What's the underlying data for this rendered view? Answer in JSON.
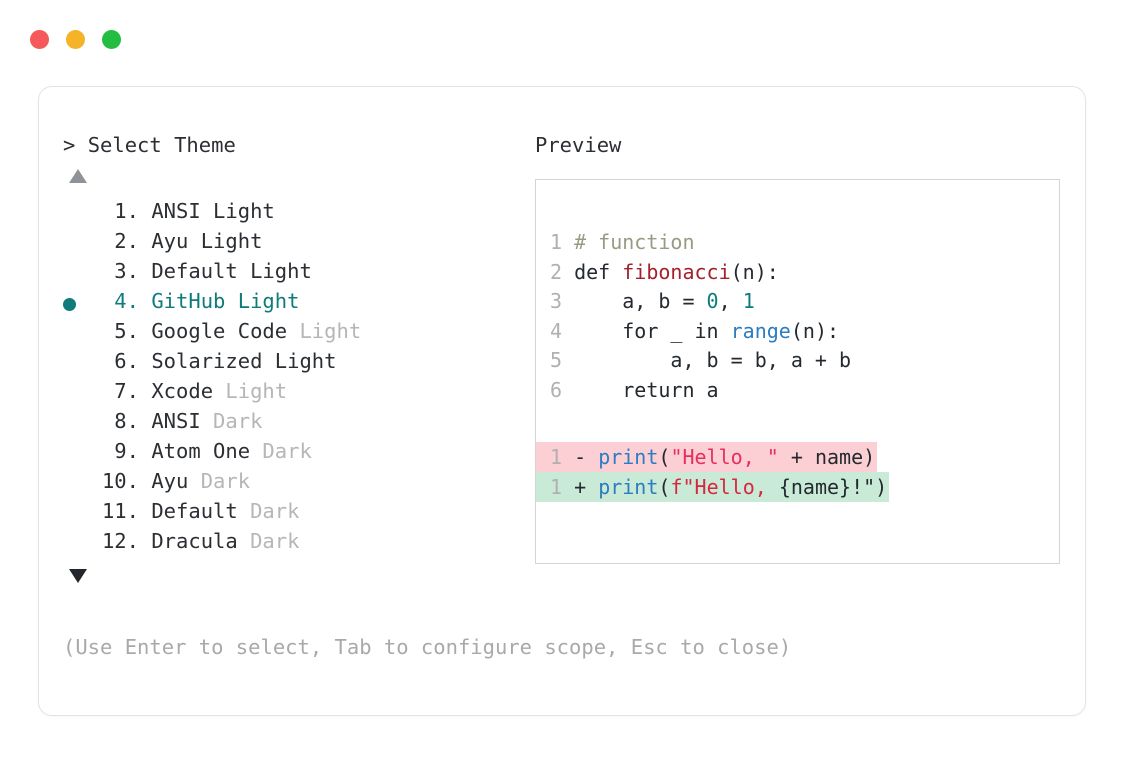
{
  "window": {
    "traffic_lights": [
      {
        "name": "close",
        "color": "#f4595b"
      },
      {
        "name": "minimize",
        "color": "#f5b427"
      },
      {
        "name": "zoom",
        "color": "#23bd41"
      }
    ]
  },
  "prompt": {
    "caret": ">",
    "title": "Select Theme"
  },
  "scroll": {
    "up_indicator": "▲",
    "down_indicator": "▼"
  },
  "themes": {
    "selected_index": 4,
    "items": [
      {
        "index": " 1.",
        "name": "ANSI",
        "variant": "Light",
        "variant_muted": false,
        "selected": false
      },
      {
        "index": " 2.",
        "name": "Ayu",
        "variant": "Light",
        "variant_muted": false,
        "selected": false
      },
      {
        "index": " 3.",
        "name": "Default",
        "variant": "Light",
        "variant_muted": false,
        "selected": false
      },
      {
        "index": " 4.",
        "name": "GitHub",
        "variant": "Light",
        "variant_muted": false,
        "selected": true
      },
      {
        "index": " 5.",
        "name": "Google Code",
        "variant": "Light",
        "variant_muted": true,
        "selected": false
      },
      {
        "index": " 6.",
        "name": "Solarized",
        "variant": "Light",
        "variant_muted": false,
        "selected": false
      },
      {
        "index": " 7.",
        "name": "Xcode",
        "variant": "Light",
        "variant_muted": true,
        "selected": false
      },
      {
        "index": " 8.",
        "name": "ANSI",
        "variant": "Dark",
        "variant_muted": true,
        "selected": false
      },
      {
        "index": " 9.",
        "name": "Atom One",
        "variant": "Dark",
        "variant_muted": true,
        "selected": false
      },
      {
        "index": "10.",
        "name": "Ayu",
        "variant": "Dark",
        "variant_muted": true,
        "selected": false
      },
      {
        "index": "11.",
        "name": "Default",
        "variant": "Dark",
        "variant_muted": true,
        "selected": false
      },
      {
        "index": "12.",
        "name": "Dracula",
        "variant": "Dark",
        "variant_muted": true,
        "selected": false
      }
    ]
  },
  "hint": {
    "text": "(Use Enter to select, Tab to configure scope, Esc to close)"
  },
  "preview": {
    "label": "Preview",
    "code_lines": [
      {
        "number": "1",
        "tokens": [
          {
            "text": "# function",
            "type": "comment"
          }
        ]
      },
      {
        "number": "2",
        "tokens": [
          {
            "text": "def ",
            "type": "kw"
          },
          {
            "text": "fibonacci",
            "type": "fn"
          },
          {
            "text": "(n):",
            "type": "plain"
          }
        ]
      },
      {
        "number": "3",
        "tokens": [
          {
            "text": "    a, b = ",
            "type": "plain"
          },
          {
            "text": "0",
            "type": "num"
          },
          {
            "text": ", ",
            "type": "plain"
          },
          {
            "text": "1",
            "type": "num"
          }
        ]
      },
      {
        "number": "4",
        "tokens": [
          {
            "text": "    for _ in ",
            "type": "plain"
          },
          {
            "text": "range",
            "type": "builtin"
          },
          {
            "text": "(n):",
            "type": "plain"
          }
        ]
      },
      {
        "number": "5",
        "tokens": [
          {
            "text": "        a, b = b, a + b",
            "type": "plain"
          }
        ]
      },
      {
        "number": "6",
        "tokens": [
          {
            "text": "    return a",
            "type": "plain"
          }
        ]
      }
    ],
    "diff_lines": [
      {
        "kind": "deletion",
        "number": "1",
        "marker": "-",
        "background": "#fbcfd3",
        "tokens": [
          {
            "text": "print",
            "type": "builtin"
          },
          {
            "text": "(",
            "type": "plain"
          },
          {
            "text": "\"Hello, \"",
            "type": "str"
          },
          {
            "text": " + name)",
            "type": "plain"
          }
        ]
      },
      {
        "kind": "addition",
        "number": "1",
        "marker": "+",
        "background": "#c9ead6",
        "tokens": [
          {
            "text": "print",
            "type": "builtin"
          },
          {
            "text": "(",
            "type": "plain"
          },
          {
            "text": "f\"Hello, ",
            "type": "strred"
          },
          {
            "text": "{name}",
            "type": "plain"
          },
          {
            "text": "!\"",
            "type": "plain"
          },
          {
            "text": ")",
            "type": "plain"
          }
        ]
      }
    ]
  },
  "colors": {
    "accent_teal": "#0f7b7b",
    "muted_text": "#b6b6b6",
    "body_text": "#2b2f33",
    "diff_del_bg": "#fbcfd3",
    "diff_add_bg": "#c9ead6",
    "border": "#e3e3e3"
  }
}
